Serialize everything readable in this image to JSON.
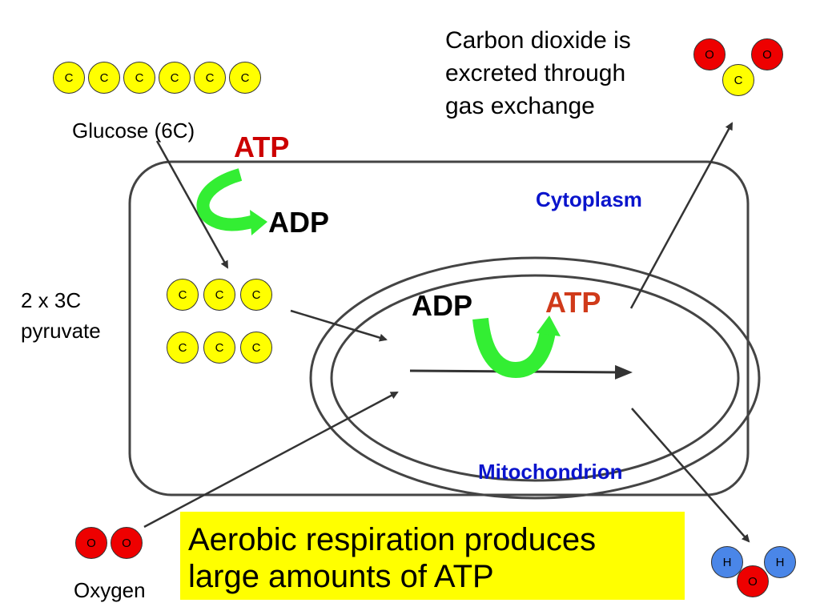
{
  "labels": {
    "glucose": "Glucose (6C)",
    "pyruvate_line1": "2 x 3C",
    "pyruvate_line2": "pyruvate",
    "oxygen": "Oxygen",
    "co2_line1": "Carbon dioxide is",
    "co2_line2": "excreted through",
    "co2_line3": "gas exchange",
    "cytoplasm": "Cytoplasm",
    "mitochondrion": "Mitochondrion",
    "atp_top": "ATP",
    "adp_top": "ADP",
    "adp_mito": "ADP",
    "atp_mito": "ATP"
  },
  "banner": {
    "line1": "Aerobic respiration produces",
    "line2": "large amounts of ATP"
  },
  "atoms": {
    "carbon": "C",
    "oxygen": "O",
    "hydrogen": "H"
  },
  "colors": {
    "carbon": "#ffff00",
    "oxygen": "#ee0000",
    "hydrogen": "#4a86e8",
    "green_arrow": "#33ee33",
    "atp_red": "#cc0000",
    "atp_orange": "#d03a1a",
    "label_blue": "#0a14cc",
    "banner": "#ffff00"
  }
}
